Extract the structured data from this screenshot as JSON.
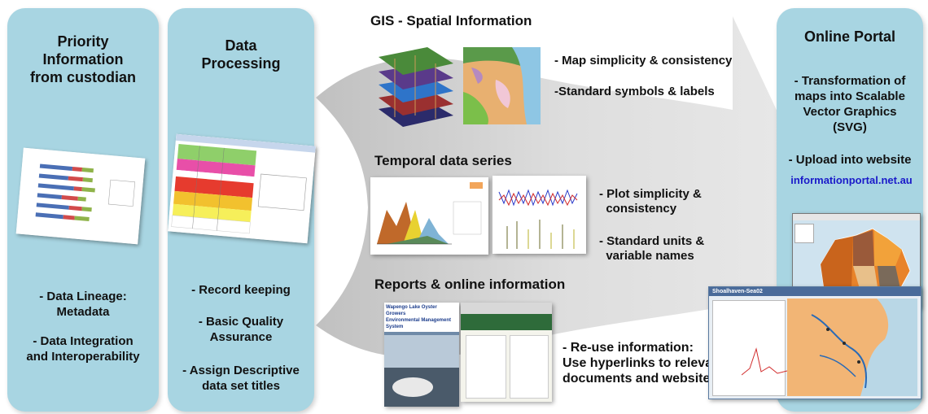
{
  "col1": {
    "title": "Priority\nInformation\nfrom custodian",
    "item1": "- Data Lineage:\nMetadata",
    "item2": "- Data Integration\nand Interoperability"
  },
  "col2": {
    "title": "Data\nProcessing",
    "item1": "- Record keeping",
    "item2": "- Basic Quality\nAssurance",
    "item3": "- Assign Descriptive\ndata set titles"
  },
  "gis": {
    "title": "GIS - Spatial Information",
    "p1": "- Map simplicity & consistency",
    "p2": "-Standard symbols & labels"
  },
  "temporal": {
    "title": "Temporal data series",
    "p1": "- Plot simplicity &\n  consistency",
    "p2": "- Standard units &\n  variable names"
  },
  "reports": {
    "title": "Reports & online information",
    "p1": "- Re-use information:\nUse hyperlinks to relevant\ndocuments and websites",
    "thumb_title": "Wapengo Lake Oyster Growers\nEnvironmental Management System"
  },
  "portal": {
    "title": "Online Portal",
    "item1": "- Transformation of\nmaps into Scalable\nVector Graphics\n(SVG)",
    "item2": "- Upload into website",
    "link": "informationportal.net.au",
    "window_title": "Shoalhaven-Sea02"
  },
  "colors": {
    "panel": "#a8d5e2",
    "arrow": "#d9d9d9",
    "link": "#1a1ac9"
  }
}
